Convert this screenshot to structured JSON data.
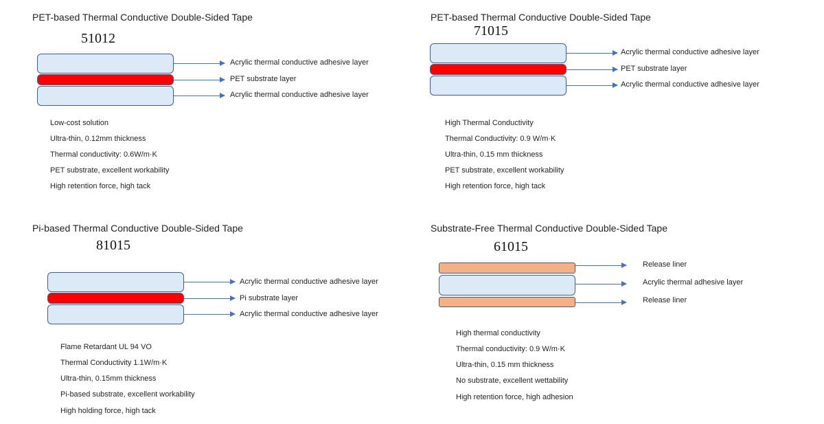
{
  "colors": {
    "adhesive_fill": "#dce9f7",
    "layer_border": "#3e5d95",
    "substrate_fill": "#ff0000",
    "liner_fill": "#f4b183",
    "arrow": "#4472c4"
  },
  "panels": [
    {
      "title": "PET-based Thermal Conductive Double-Sided Tape",
      "code": "51012",
      "layers": [
        {
          "type": "adhesive",
          "label": "Acrylic thermal conductive adhesive layer"
        },
        {
          "type": "substrate",
          "label": "PET substrate layer"
        },
        {
          "type": "adhesive",
          "label": "Acrylic thermal conductive adhesive layer"
        }
      ],
      "features": [
        "Low-cost solution",
        "Ultra-thin, 0.12mm thickness",
        "Thermal conductivity: 0.6W/m·K",
        "PET substrate, excellent workability",
        "High retention force, high tack"
      ]
    },
    {
      "title": "PET-based Thermal Conductive Double-Sided Tape",
      "code": "71015",
      "layers": [
        {
          "type": "adhesive",
          "label": "Acrylic thermal conductive adhesive layer"
        },
        {
          "type": "substrate",
          "label": "PET substrate layer"
        },
        {
          "type": "adhesive",
          "label": "Acrylic thermal conductive adhesive layer"
        }
      ],
      "features": [
        "High Thermal Conductivity",
        "Thermal Conductivity: 0.9 W/m·K",
        "Ultra-thin, 0.15 mm thickness",
        "PET substrate, excellent workability",
        "High retention force, high tack"
      ]
    },
    {
      "title": "Pi-based Thermal Conductive Double-Sided Tape",
      "code": "81015",
      "layers": [
        {
          "type": "adhesive",
          "label": "Acrylic thermal conductive adhesive layer"
        },
        {
          "type": "substrate",
          "label": "Pi substrate layer"
        },
        {
          "type": "adhesive",
          "label": "Acrylic thermal conductive adhesive layer"
        }
      ],
      "features": [
        "Flame Retardant UL 94 VO",
        "Thermal Conductivity 1.1W/m·K",
        "Ultra-thin, 0.15mm thickness",
        "Pi-based substrate, excellent workability",
        "High holding force, high tack"
      ]
    },
    {
      "title": "Substrate-Free Thermal Conductive Double-Sided Tape",
      "code": "61015",
      "layers": [
        {
          "type": "liner",
          "label": "Release liner"
        },
        {
          "type": "adhesive",
          "label": "Acrylic thermal adhesive layer"
        },
        {
          "type": "liner",
          "label": "Release liner"
        }
      ],
      "features": [
        "High thermal conductivity",
        "Thermal conductivity: 0.9 W/m·K",
        "Ultra-thin, 0.15 mm thickness",
        "No substrate, excellent wettability",
        "High retention force, high adhesion"
      ]
    }
  ]
}
